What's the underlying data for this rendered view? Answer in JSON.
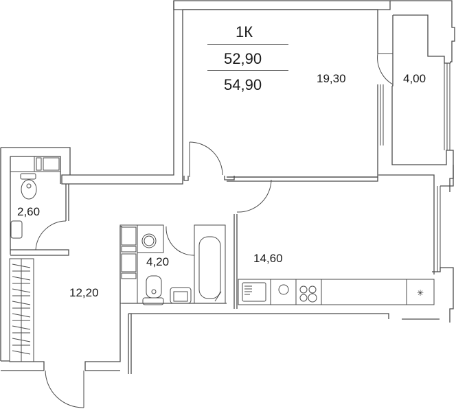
{
  "plan": {
    "apartment_type": "1К",
    "living_area": "52,90",
    "total_area": "54,90"
  },
  "rooms": {
    "living_room": {
      "area": "19,30"
    },
    "balcony": {
      "area": "4,00"
    },
    "toilet": {
      "area": "2,60"
    },
    "hallway": {
      "area": "12,20"
    },
    "bathroom": {
      "area": "4,20"
    },
    "kitchen": {
      "area": "14,60"
    }
  },
  "colors": {
    "lines": "#4a4a4a",
    "text": "#1a1a1a",
    "background": "#ffffff"
  }
}
